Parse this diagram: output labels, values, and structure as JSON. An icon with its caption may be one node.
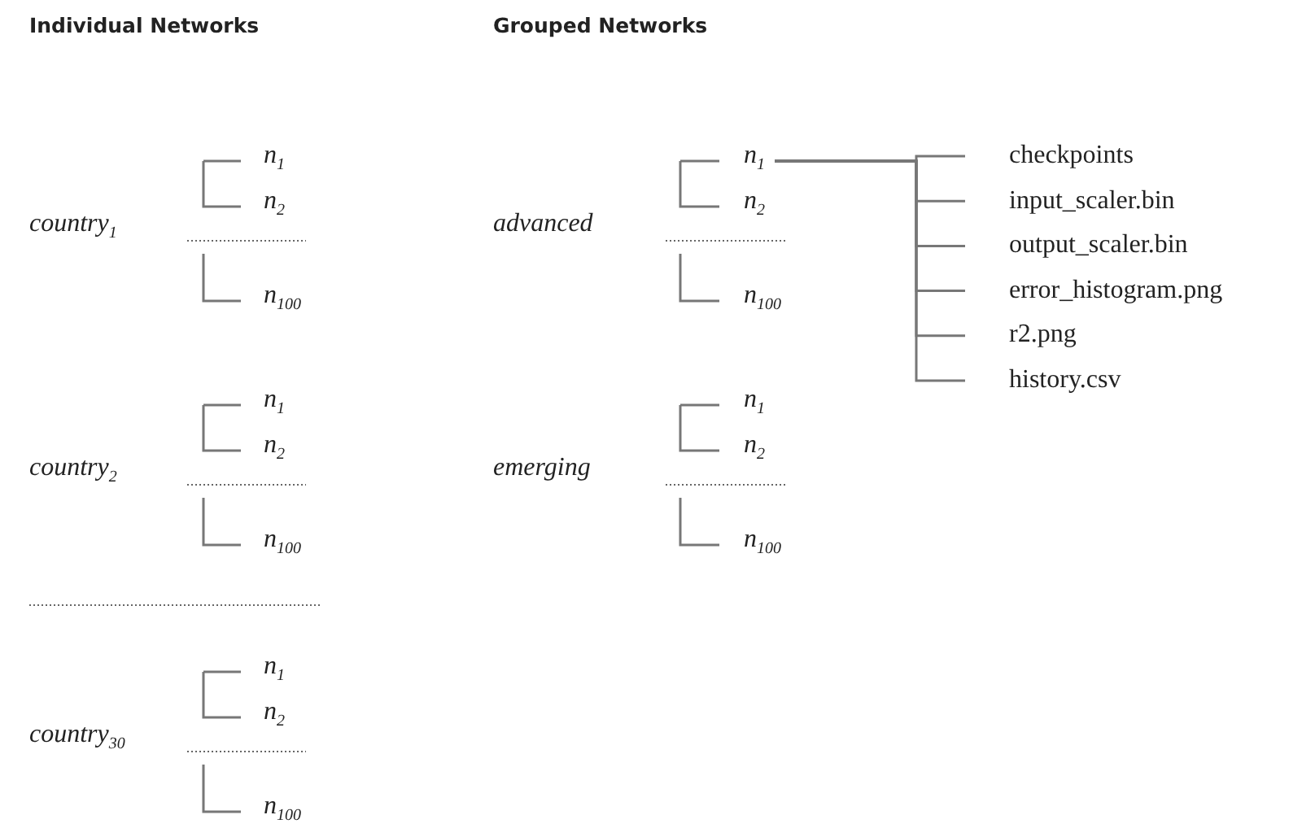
{
  "diagram": {
    "nodes": [
      {
        "text": [
          "country$_{1}$"
        ]
      },
      {
        "text": [
          "n$_{1}$"
        ]
      },
      {
        "text": [
          "n$_{2}$"
        ]
      },
      {
        "text": [
          "n$_{100}$"
        ]
      },
      {
        "text": [
          "country$_{2}$"
        ]
      },
      {
        "text": [
          "n$_{1}$"
        ]
      },
      {
        "text": [
          "n$_{2}$"
        ]
      },
      {
        "text": [
          "n$_{100}$"
        ]
      },
      {
        "text": [
          "country$_{30}$"
        ]
      },
      {
        "text": [
          "n$_{1}$"
        ]
      },
      {
        "text": [
          "n$_{2}$"
        ]
      },
      {
        "text": [
          "n$_{100}$"
        ]
      },
      {
        "text": [
          "advanced"
        ]
      },
      {
        "text": [
          "n$_{1}$"
        ]
      },
      {
        "text": [
          "n$_{2}$"
        ]
      },
      {
        "text": [
          "n$_{100}$"
        ]
      },
      {
        "text": [
          "emerging"
        ]
      },
      {
        "text": [
          "n$_{1}$"
        ]
      },
      {
        "text": [
          "n$_{2}$"
        ]
      },
      {
        "text": [
          "n$_{100}$"
        ]
      },
      {
        "text": [
          "checkpoints"
        ]
      },
      {
        "text": [
          "input_scaler.bin"
        ]
      },
      {
        "text": [
          "output_scaler.bin"
        ]
      },
      {
        "text": [
          "error_histogram.png"
        ]
      },
      {
        "text": [
          "r2.png"
        ]
      },
      {
        "text": [
          "history.csv"
        ]
      }
    ],
    "edges": [
      {
        "from": null,
        "to": 1,
        "arrow": "none"
      },
      {
        "from": null,
        "to": 2,
        "arrow": "none"
      },
      {
        "from": null,
        "to": 3,
        "arrow": "none"
      },
      {
        "from": null,
        "to": 5,
        "arrow": "none"
      },
      {
        "from": null,
        "to": 6,
        "arrow": "none"
      },
      {
        "from": null,
        "to": 7,
        "arrow": "none"
      },
      {
        "from": null,
        "to": 9,
        "arrow": "none"
      },
      {
        "from": null,
        "to": 10,
        "arrow": "none"
      },
      {
        "from": null,
        "to": 11,
        "arrow": "none"
      },
      {
        "from": null,
        "to": 13,
        "arrow": "none"
      },
      {
        "from": null,
        "to": 14,
        "arrow": "none"
      },
      {
        "from": null,
        "to": 15,
        "arrow": "none"
      },
      {
        "from": null,
        "to": 17,
        "arrow": "none"
      },
      {
        "from": null,
        "to": 18,
        "arrow": "none"
      },
      {
        "from": null,
        "to": 19,
        "arrow": "none"
      },
      {
        "from": 13,
        "to": 20,
        "arrow": "none"
      },
      {
        "from": 13,
        "to": 21,
        "arrow": "none"
      },
      {
        "from": 13,
        "to": 22,
        "arrow": "none"
      },
      {
        "from": 13,
        "to": 23,
        "arrow": "none"
      },
      {
        "from": 13,
        "to": 24,
        "arrow": "none"
      },
      {
        "from": 13,
        "to": 25,
        "arrow": "none"
      }
    ],
    "labels": [
      "Individual Networks",
      "Grouped Networks"
    ]
  }
}
